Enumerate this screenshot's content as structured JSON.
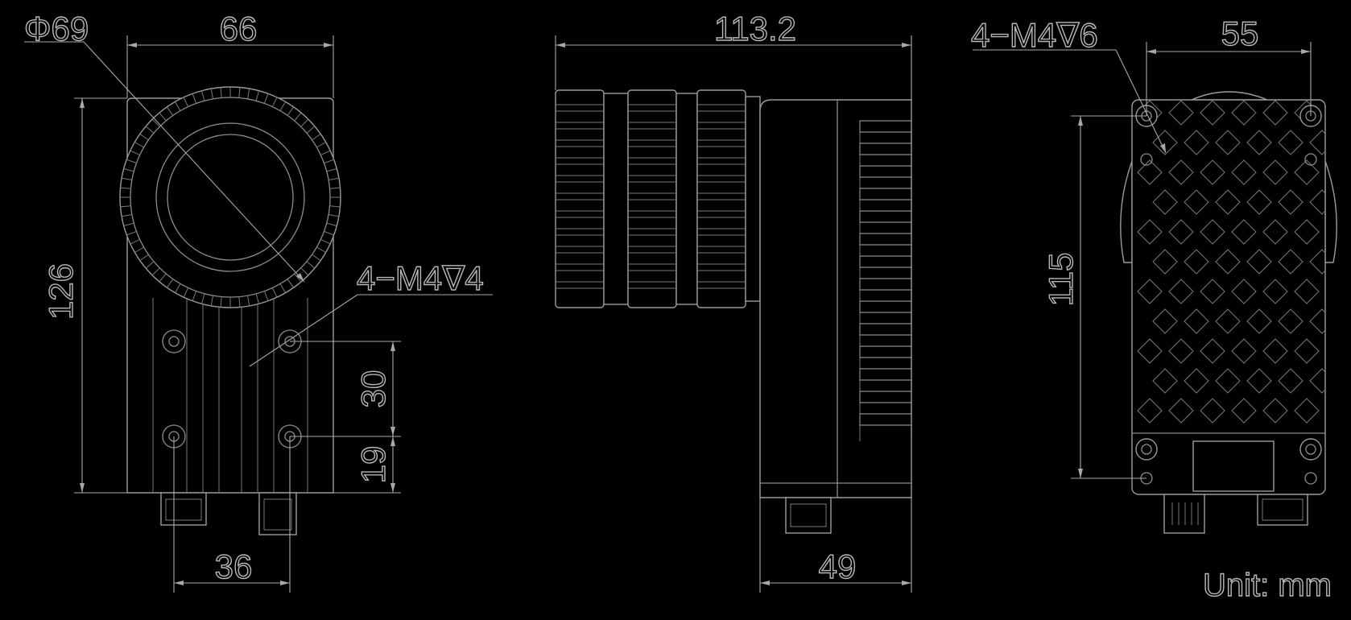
{
  "views": {
    "front": {
      "lens_diameter": "Φ69",
      "width": "66",
      "height": "126",
      "hole_spec": "4−M4∇4",
      "hole_spacing_vertical": "30",
      "hole_offset_bottom": "19",
      "hole_spacing_horizontal": "36"
    },
    "side": {
      "length": "113.2",
      "body_depth": "49"
    },
    "back": {
      "hole_spec": "4−M4∇6",
      "hole_spacing_horizontal": "55",
      "hole_spacing_vertical": "115"
    }
  },
  "unit_label": "Unit: mm",
  "colors": {
    "background": "#000000",
    "line": "#8c8c8c",
    "dimension": "#a8a8a8"
  }
}
